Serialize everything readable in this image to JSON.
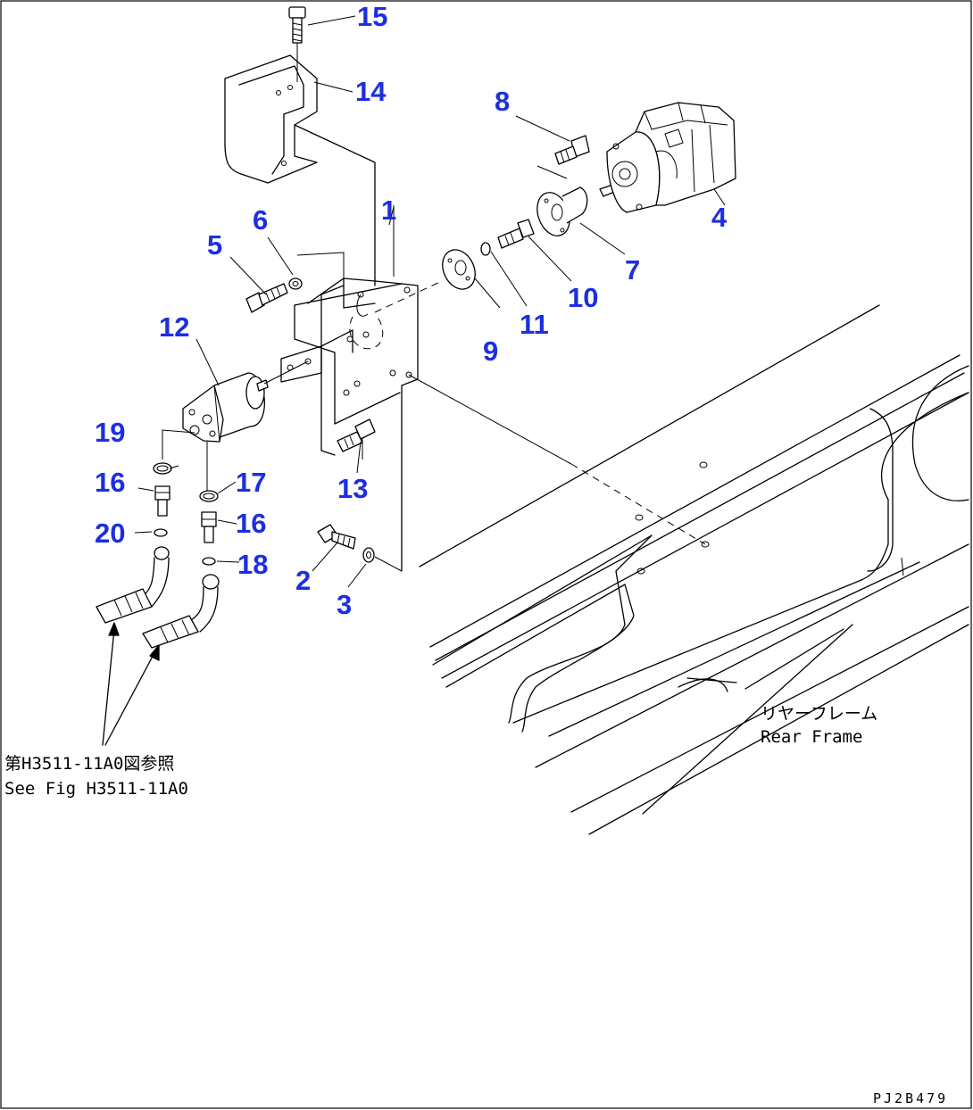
{
  "callouts": {
    "c1": "1",
    "c2": "2",
    "c3": "3",
    "c4": "4",
    "c5": "5",
    "c6": "6",
    "c7": "7",
    "c8": "8",
    "c9": "9",
    "c10": "10",
    "c11": "11",
    "c12": "12",
    "c13": "13",
    "c14": "14",
    "c15": "15",
    "c16a": "16",
    "c16b": "16",
    "c17": "17",
    "c18": "18",
    "c19": "19",
    "c20": "20"
  },
  "notes": {
    "see_fig_jp": "第H3511-11A0図参照",
    "see_fig_en": "See Fig H3511-11A0",
    "rear_frame_jp": "リヤーフレーム",
    "rear_frame_en": "Rear Frame",
    "drawing_code": "PJ2B479"
  },
  "colors": {
    "callout": "#1c2fe0",
    "line": "#000000",
    "background": "#ffffff"
  }
}
